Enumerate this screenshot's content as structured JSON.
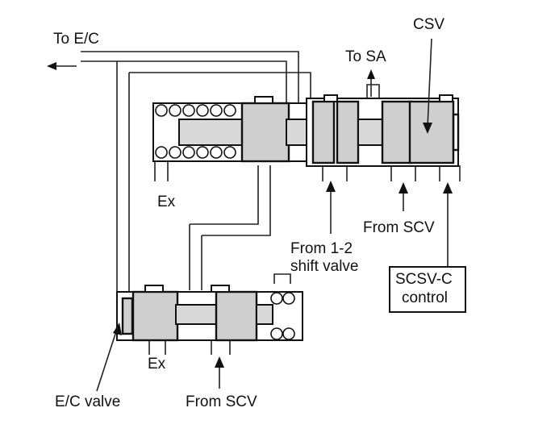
{
  "diagram": {
    "labels": {
      "to_ec": "To E/C",
      "csv": "CSV",
      "to_sa": "To SA",
      "ex_upper": "Ex",
      "from_scv_upper": "From SCV",
      "from_12_line1": "From 1-2",
      "from_12_line2": "shift valve",
      "scsv_line1": "SCSV-C",
      "scsv_line2": "control",
      "ex_lower": "Ex",
      "ec_valve": "E/C valve",
      "from_scv_lower": "From SCV"
    },
    "colors": {
      "line": "#111111",
      "land_fill": "#cfcfcf",
      "background": "#ffffff"
    }
  }
}
